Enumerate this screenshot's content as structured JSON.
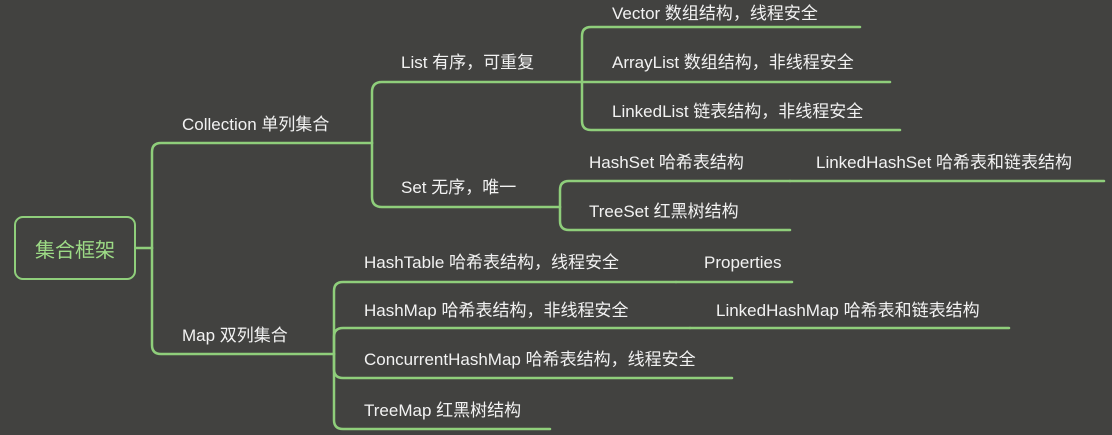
{
  "root": "集合框架",
  "collection": {
    "label": "Collection 单列集合",
    "list": {
      "label": "List 有序，可重复",
      "items": [
        "Vector 数组结构，线程安全",
        "ArrayList 数组结构，非线程安全",
        "LinkedList 链表结构，非线程安全"
      ]
    },
    "set": {
      "label": "Set 无序，唯一",
      "hashset": "HashSet 哈希表结构",
      "linkedhashset": "LinkedHashSet 哈希表和链表结构",
      "treeset": "TreeSet 红黑树结构"
    }
  },
  "map": {
    "label": "Map 双列集合",
    "hashtable": "HashTable 哈希表结构，线程安全",
    "properties": "Properties",
    "hashmap": "HashMap 哈希表结构，非线程安全",
    "linkedhashmap": "LinkedHashMap 哈希表和链表结构",
    "concurrenthashmap": "ConcurrentHashMap 哈希表结构，线程安全",
    "treemap": "TreeMap 红黑树结构"
  },
  "colors": {
    "background": "#424240",
    "line": "#8fce7b",
    "root_text": "#9ddb86",
    "text": "#f2f2f2"
  }
}
